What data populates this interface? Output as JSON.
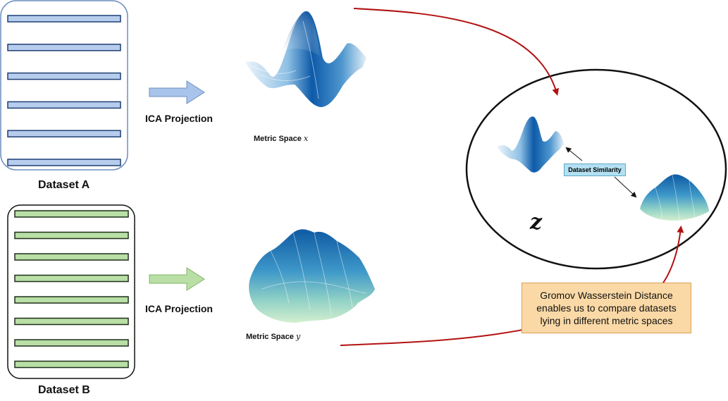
{
  "dataset_a": {
    "title": "Dataset A",
    "bar_count": 6,
    "bar_color": "#b7cdee",
    "frame_color": "#6c8ebf"
  },
  "dataset_b": {
    "title": "Dataset B",
    "bar_count": 8,
    "bar_color": "#b9dfa6",
    "frame_color": "#111111"
  },
  "projection_a": {
    "label": "ICA Projection",
    "arrow_color": "#a9c4eb"
  },
  "projection_b": {
    "label": "ICA Projection",
    "arrow_color": "#b9dfa6"
  },
  "metric_space_x": {
    "label": "Metric Space",
    "symbol": "x"
  },
  "metric_space_y": {
    "label": "Metric Space",
    "symbol": "y"
  },
  "common_space": {
    "symbol": "z"
  },
  "similarity": {
    "label": "Dataset Similarity"
  },
  "note": {
    "lines": [
      "Gromov Wasserstein Distance",
      "enables us to compare datasets",
      "lying in different metric spaces"
    ]
  },
  "colors": {
    "connector": "#b31212",
    "deep_blue": "#0b4f9c",
    "light_green": "#bfe6c2"
  }
}
